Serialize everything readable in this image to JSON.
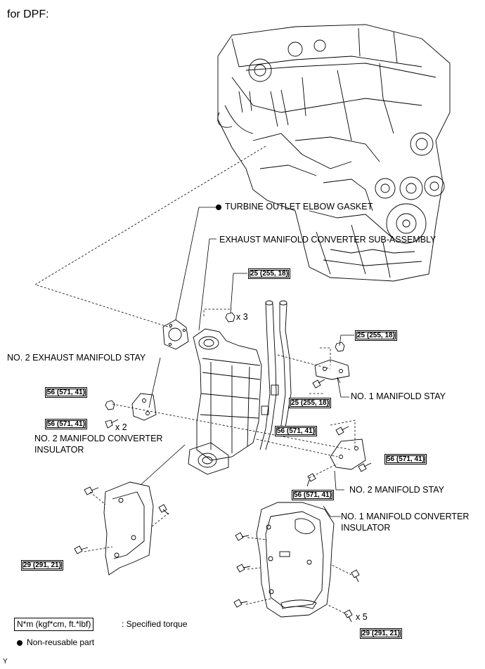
{
  "heading": "for DPF:",
  "labels": {
    "turbine_gasket": "TURBINE OUTLET ELBOW GASKET",
    "exhaust_converter": "EXHAUST MANIFOLD CONVERTER SUB-ASSEMBLY",
    "no2_exhaust_stay": "NO. 2 EXHAUST MANIFOLD STAY",
    "no1_stay": "NO. 1 MANIFOLD STAY",
    "no2_converter_insulator_l1": "NO. 2 MANIFOLD CONVERTER",
    "no2_converter_insulator_l2": "INSULATOR",
    "no2_stay": "NO. 2 MANIFOLD STAY",
    "no1_converter_insulator_l1": "NO. 1 MANIFOLD CONVERTER",
    "no1_converter_insulator_l2": "INSULATOR"
  },
  "torque": {
    "t_top": "25 (255, 18)",
    "t_right_top": "25 (255, 18)",
    "t_right_mid": "25 (255, 18)",
    "t_left_1": "56 (571, 41)",
    "t_left_2": "56 (571, 41)",
    "t_mid_right": "56 (571, 41)",
    "t_far_right": "56 (571, 41)",
    "t_mid_low": "56 (571, 41)",
    "t_ins_left": "29 (291, 21)",
    "t_ins_right": "29 (291, 21)"
  },
  "quantities": {
    "q_x3": "x 3",
    "q_x2": "x 2",
    "q_x5": "x 5"
  },
  "legend": {
    "torque_key": "N*m (kgf*cm, ft.*lbf)",
    "torque_desc": ": Specified torque",
    "nonreusable_desc": "Non-reusable part"
  },
  "footer_mark": "Y"
}
